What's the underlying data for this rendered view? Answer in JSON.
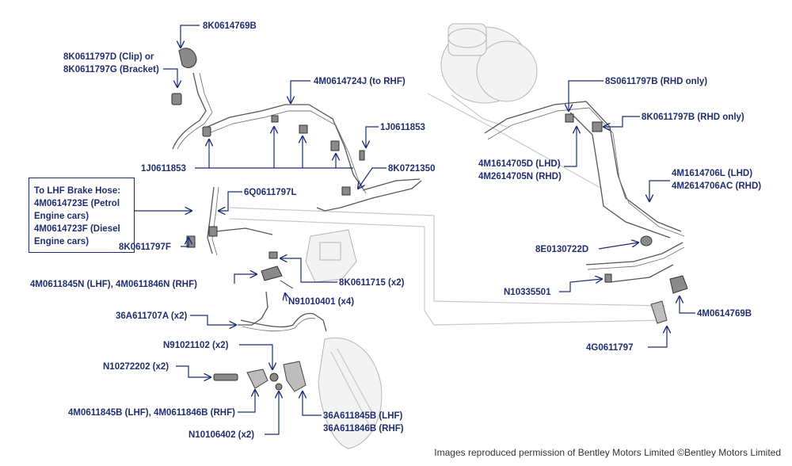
{
  "footer": "Images reproduced permission of Bentley Motors Limited ©Bentley Motors Limited",
  "note_box": {
    "lines": [
      "To LHF Brake Hose:",
      "4M0614723E (Petrol",
      "Engine cars)",
      "4M0614723F (Diesel",
      "Engine cars)"
    ]
  },
  "labels": {
    "p8K0614769B": "8K0614769B",
    "p8K0611797D": "8K0611797D (Clip) or",
    "p8K0611797G": "8K0611797G (Bracket)",
    "p4M0614724J": "4M0614724J (to RHF)",
    "p1J0611853_right": "1J0611853",
    "p1J0611853_left": "1J0611853",
    "p8K0721350": "8K0721350",
    "p6Q0611797L": "6Q0611797L",
    "p8K0611797F": "8K0611797F",
    "p4M0611845N": "4M0611845N (LHF), 4M0611846N (RHF)",
    "p8K0611715": "8K0611715 (x2)",
    "pN91010401": "N91010401 (x4)",
    "p36A611707A": "36A611707A (x2)",
    "pN91021102": "N91021102 (x2)",
    "pN10272202": "N10272202 (x2)",
    "p4M0611845B": "4M0611845B (LHF), 4M0611846B (RHF)",
    "p36A611845B": "36A611845B (LHF)",
    "p36A611846B": "36A611846B (RHF)",
    "pN10106402": "N10106402 (x2)",
    "p8S0611797B": "8S0611797B (RHD only)",
    "p8K0611797B": "8K0611797B (RHD only)",
    "p4M1614705D": "4M1614705D (LHD)",
    "p4M2614705N": "4M2614705N (RHD)",
    "p4M1614706L": "4M1614706L (LHD)",
    "p4M2614706AC": "4M2614706AC (RHD)",
    "p8E0130722D": "8E0130722D",
    "pN10335501": "N10335501",
    "p4M0614769B": "4M0614769B",
    "p4G0611797": "4G0611797"
  }
}
